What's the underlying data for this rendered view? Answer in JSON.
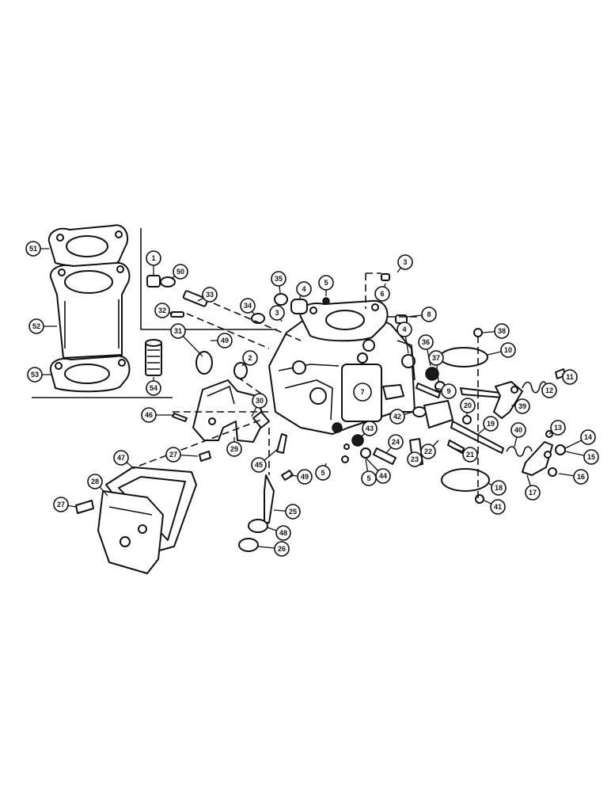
{
  "diagram": {
    "callouts": [
      {
        "id": "c51",
        "label": "51"
      },
      {
        "id": "c52",
        "label": "52"
      },
      {
        "id": "c53",
        "label": "53"
      },
      {
        "id": "c54",
        "label": "54"
      },
      {
        "id": "c1",
        "label": "1"
      },
      {
        "id": "c50",
        "label": "50"
      },
      {
        "id": "c32",
        "label": "32"
      },
      {
        "id": "c33",
        "label": "33"
      },
      {
        "id": "c31",
        "label": "31"
      },
      {
        "id": "c49a",
        "label": "49"
      },
      {
        "id": "c2",
        "label": "2"
      },
      {
        "id": "c34",
        "label": "34"
      },
      {
        "id": "c35",
        "label": "35"
      },
      {
        "id": "c3a",
        "label": "3"
      },
      {
        "id": "c4a",
        "label": "4"
      },
      {
        "id": "c5a",
        "label": "5"
      },
      {
        "id": "c3b",
        "label": "3"
      },
      {
        "id": "c6",
        "label": "6"
      },
      {
        "id": "c8",
        "label": "8"
      },
      {
        "id": "c4b",
        "label": "4"
      },
      {
        "id": "c36",
        "label": "36"
      },
      {
        "id": "c37",
        "label": "37"
      },
      {
        "id": "c38",
        "label": "38"
      },
      {
        "id": "c10",
        "label": "10"
      },
      {
        "id": "c7",
        "label": "7"
      },
      {
        "id": "c9",
        "label": "9"
      },
      {
        "id": "c11",
        "label": "11"
      },
      {
        "id": "c12",
        "label": "12"
      },
      {
        "id": "c39",
        "label": "39"
      },
      {
        "id": "c30",
        "label": "30"
      },
      {
        "id": "c46",
        "label": "46"
      },
      {
        "id": "c29",
        "label": "29"
      },
      {
        "id": "c27a",
        "label": "27"
      },
      {
        "id": "c45",
        "label": "45"
      },
      {
        "id": "c42",
        "label": "42"
      },
      {
        "id": "c20",
        "label": "20"
      },
      {
        "id": "c43",
        "label": "43"
      },
      {
        "id": "c24",
        "label": "24"
      },
      {
        "id": "c19",
        "label": "19"
      },
      {
        "id": "c40",
        "label": "40"
      },
      {
        "id": "c13",
        "label": "13"
      },
      {
        "id": "c14",
        "label": "14"
      },
      {
        "id": "c15",
        "label": "15"
      },
      {
        "id": "c23",
        "label": "23"
      },
      {
        "id": "c22",
        "label": "22"
      },
      {
        "id": "c21",
        "label": "21"
      },
      {
        "id": "c47",
        "label": "47"
      },
      {
        "id": "c5b",
        "label": "5"
      },
      {
        "id": "c49b",
        "label": "49"
      },
      {
        "id": "c5c",
        "label": "5"
      },
      {
        "id": "c44",
        "label": "44"
      },
      {
        "id": "c17",
        "label": "17"
      },
      {
        "id": "c16",
        "label": "16"
      },
      {
        "id": "c18",
        "label": "18"
      },
      {
        "id": "c28",
        "label": "28"
      },
      {
        "id": "c27b",
        "label": "27"
      },
      {
        "id": "c25",
        "label": "25"
      },
      {
        "id": "c48",
        "label": "48"
      },
      {
        "id": "c41",
        "label": "41"
      },
      {
        "id": "c26",
        "label": "26"
      }
    ]
  }
}
